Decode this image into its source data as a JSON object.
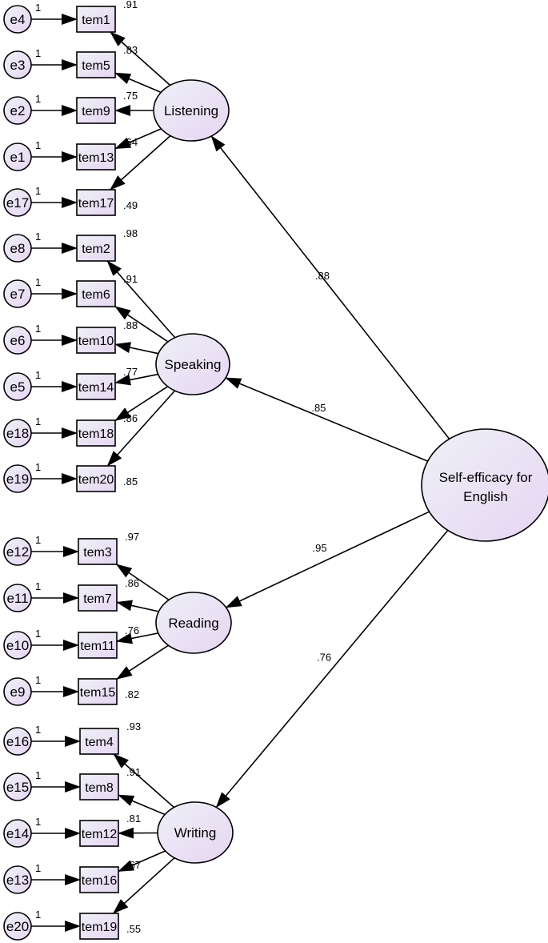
{
  "second_order": {
    "label_line1": "Self-efficacy for",
    "label_line2": "English"
  },
  "factors": [
    {
      "label": "Listening",
      "loading": ".88",
      "items": [
        {
          "err": "e4",
          "item": "tem1",
          "fixed": "1",
          "loading": ".91"
        },
        {
          "err": "e3",
          "item": "tem5",
          "fixed": "1",
          "loading": ".83"
        },
        {
          "err": "e2",
          "item": "tem9",
          "fixed": "1",
          "loading": ".75"
        },
        {
          "err": "e1",
          "item": "tem13",
          "fixed": "1",
          "loading": ".64"
        },
        {
          "err": "e17",
          "item": "tem17",
          "fixed": "1",
          "loading": ".49"
        }
      ]
    },
    {
      "label": "Speaking",
      "loading": ".85",
      "items": [
        {
          "err": "e8",
          "item": "tem2",
          "fixed": "1",
          "loading": ".98"
        },
        {
          "err": "e7",
          "item": "tem6",
          "fixed": "1",
          "loading": ".91"
        },
        {
          "err": "e6",
          "item": "tem10",
          "fixed": "1",
          "loading": ".88"
        },
        {
          "err": "e5",
          "item": "tem14",
          "fixed": "1",
          "loading": ".77"
        },
        {
          "err": "e18",
          "item": "tem18",
          "fixed": "1",
          "loading": ".86"
        },
        {
          "err": "e19",
          "item": "tem20",
          "fixed": "1",
          "loading": ".85"
        }
      ]
    },
    {
      "label": "Reading",
      "loading": ".95",
      "items": [
        {
          "err": "e12",
          "item": "tem3",
          "fixed": "1",
          "loading": ".97"
        },
        {
          "err": "e11",
          "item": "tem7",
          "fixed": "1",
          "loading": ".86"
        },
        {
          "err": "e10",
          "item": "tem11",
          "fixed": "1",
          "loading": ".76"
        },
        {
          "err": "e9",
          "item": "tem15",
          "fixed": "1",
          "loading": ".82"
        }
      ]
    },
    {
      "label": "Writing",
      "loading": ".76",
      "items": [
        {
          "err": "e16",
          "item": "tem4",
          "fixed": "1",
          "loading": ".93"
        },
        {
          "err": "e15",
          "item": "tem8",
          "fixed": "1",
          "loading": ".91"
        },
        {
          "err": "e14",
          "item": "tem12",
          "fixed": "1",
          "loading": ".81"
        },
        {
          "err": "e13",
          "item": "tem16",
          "fixed": "1",
          "loading": ".67"
        },
        {
          "err": "e20",
          "item": "tem19",
          "fixed": "1",
          "loading": ".55"
        }
      ]
    }
  ]
}
